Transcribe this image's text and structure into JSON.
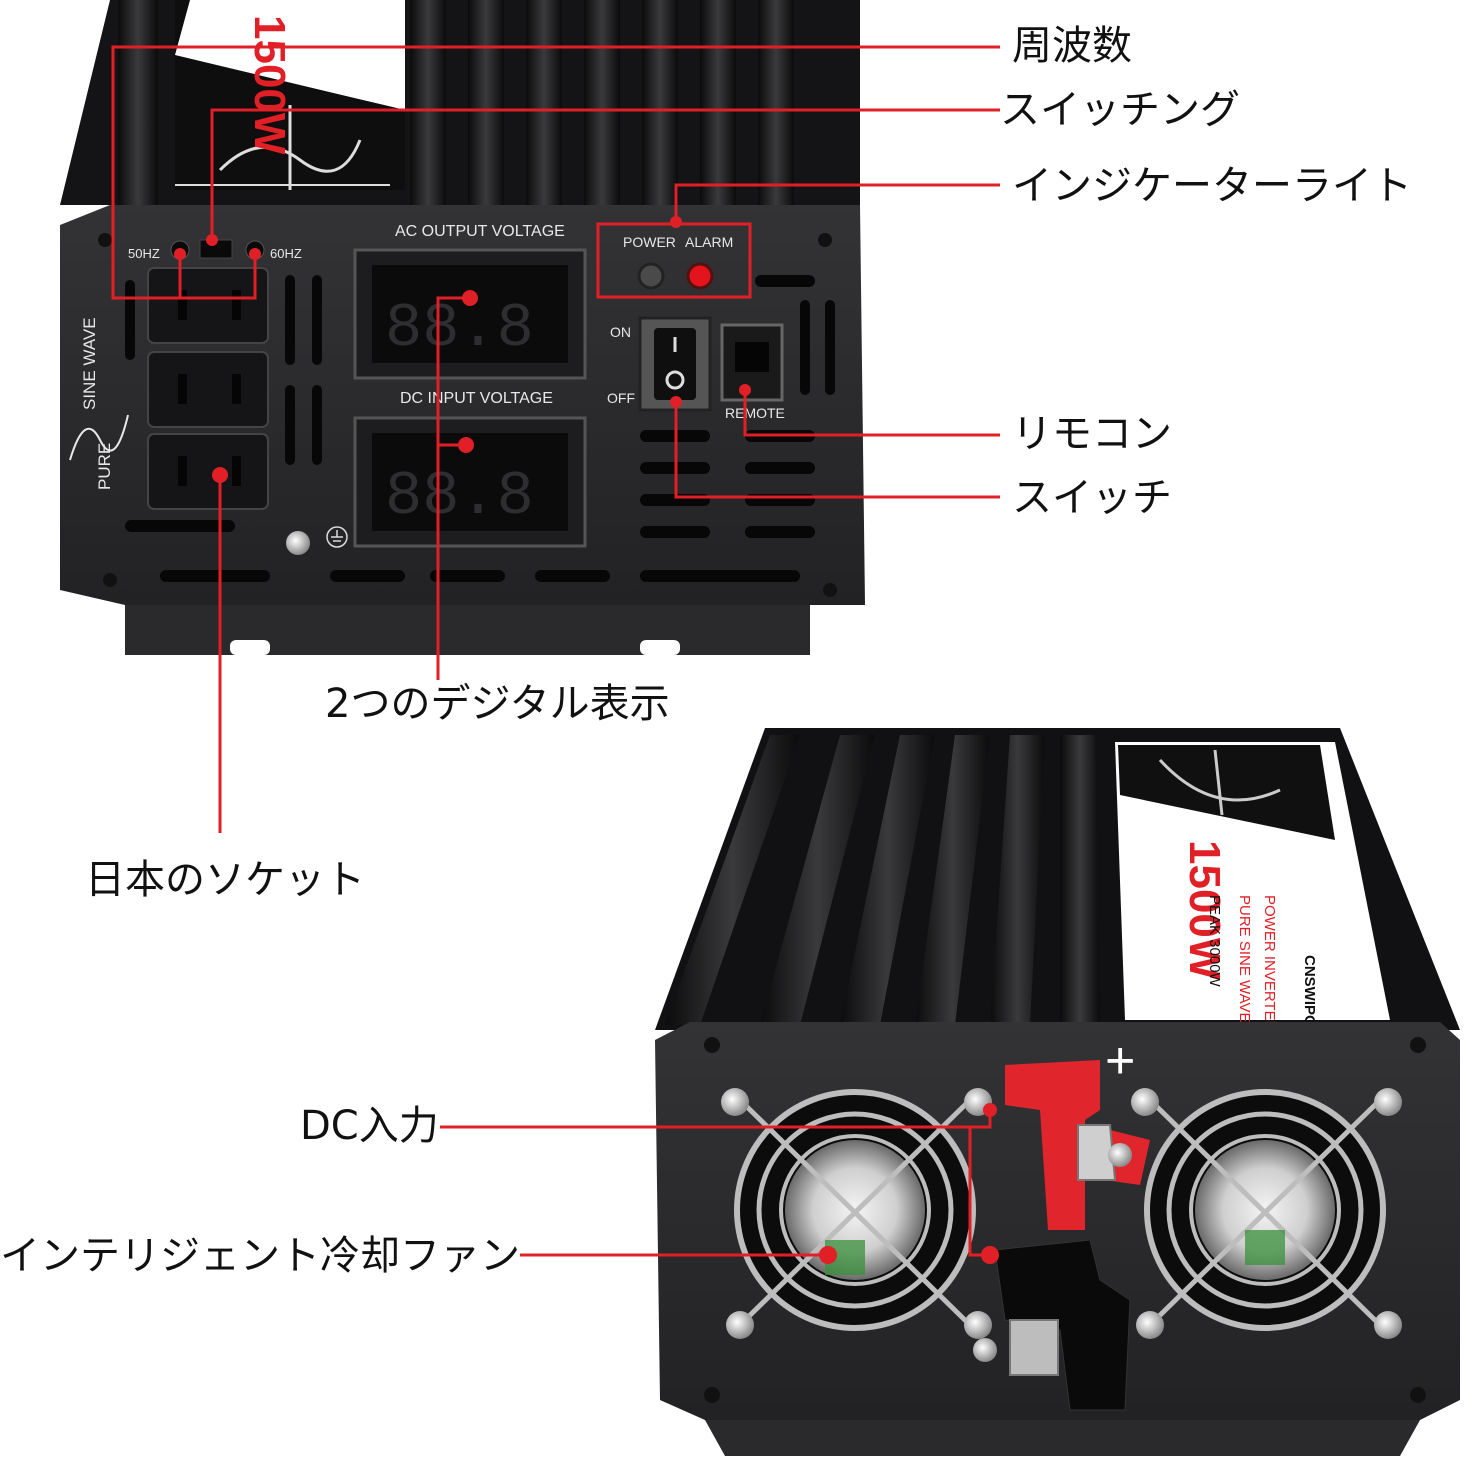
{
  "callouts": {
    "frequency": "周波数",
    "switching": "スイッチング",
    "indicator": "インジケーターライト",
    "remote": "リモコン",
    "switch": "スイッチ",
    "displays": "2つのデジタル表示",
    "socket": "日本のソケット",
    "dc_input": "DC入力",
    "fan": "インテリジェント冷却ファン"
  },
  "panel_front": {
    "hz50": "50HZ",
    "hz60": "60HZ",
    "ac_output": "AC OUTPUT VOLTAGE",
    "dc_input": "DC INPUT VOLTAGE",
    "power": "POWER",
    "alarm": "ALARM",
    "on": "ON",
    "off": "OFF",
    "remote": "REMOTE",
    "sine": "SINE WAVE",
    "pure": "PURE",
    "seg_ac": "88.8",
    "seg_dc": "88.8"
  },
  "panel_rear": {
    "watt": "1500W",
    "brand_line1": "POWER INVERTER",
    "brand_line2": "PURE SINE WAVE",
    "peak": "PEAK 3000W",
    "maker": "CNSWIPOWER",
    "plus": "+"
  },
  "colors": {
    "callout_line": "#e01f26",
    "panel": "#2a2a2c",
    "led_alarm": "#e3141b",
    "terminal_red": "#e0262c"
  },
  "icons": [
    "ground-icon",
    "fan-icon",
    "rocker-switch",
    "rj11-port"
  ]
}
